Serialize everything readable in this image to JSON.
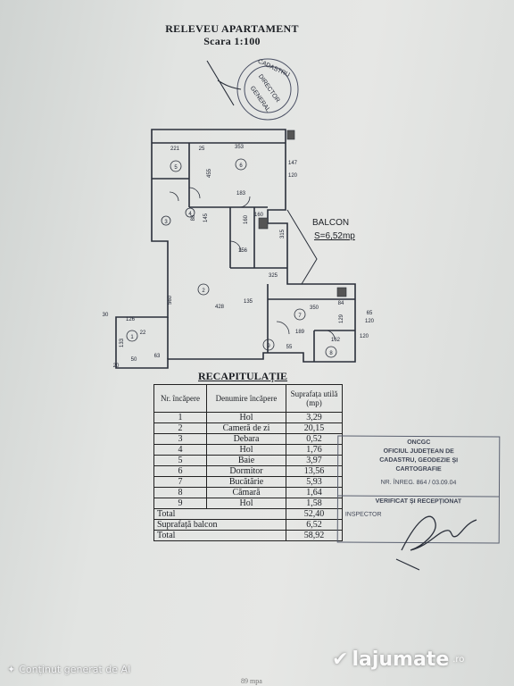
{
  "header": {
    "title": "RELEVEU APARTAMENT",
    "scale": "Scara 1:100"
  },
  "plan": {
    "balcony_label": "BALCON",
    "balcony_area": "S=6,52mp",
    "room_numbers": [
      "1",
      "2",
      "3",
      "4",
      "5",
      "6",
      "7",
      "8",
      "9"
    ],
    "dimensions": [
      "221",
      "25",
      "353",
      "147",
      "120",
      "455",
      "183",
      "160",
      "160",
      "145",
      "88",
      "315",
      "325",
      "156",
      "135",
      "428",
      "560",
      "30",
      "126",
      "133",
      "20",
      "50",
      "63",
      "84",
      "129",
      "65",
      "120",
      "350",
      "189",
      "162",
      "120",
      "55",
      "22"
    ]
  },
  "recap": {
    "title": "RECAPITULAȚIE",
    "headers": [
      "Nr. încăpere",
      "Denumire încăpere",
      "Suprafața utilă (mp)"
    ],
    "rows": [
      [
        "1",
        "Hol",
        "3,29"
      ],
      [
        "2",
        "Cameră de zi",
        "20,15"
      ],
      [
        "3",
        "Debara",
        "0,52"
      ],
      [
        "4",
        "Hol",
        "1,76"
      ],
      [
        "5",
        "Baie",
        "3,97"
      ],
      [
        "6",
        "Dormitor",
        "13,56"
      ],
      [
        "7",
        "Bucătărie",
        "5,93"
      ],
      [
        "8",
        "Cămară",
        "1,64"
      ],
      [
        "9",
        "Hol",
        "1,58"
      ]
    ],
    "total_label": "Total",
    "total_value": "52,40",
    "balcony_label": "Suprafață balcon",
    "balcony_value": "6,52",
    "grand_total_label": "Total",
    "grand_total_value": "58,92"
  },
  "stamp": {
    "line1": "ONCGC",
    "line2": "OFICIUL JUDEȚEAN DE",
    "line3": "CADASTRU, GEODEZIE ȘI",
    "line4": "CARTOGRAFIE",
    "reg": "NR. ÎNREG. 864 / 03.09.04",
    "verified": "VERIFICAT ȘI RECEPȚIONAT",
    "inspector": "INSPECTOR"
  },
  "round_stamp": {
    "line1": "CADASTRU",
    "line2": "DIRECTOR",
    "line3": "GENERAL"
  },
  "footer": {
    "ai_note": "Conținut generat de AI",
    "watermark": "lajumate",
    "watermark_tld": ".ro",
    "bottom_text": "89 mpa"
  }
}
